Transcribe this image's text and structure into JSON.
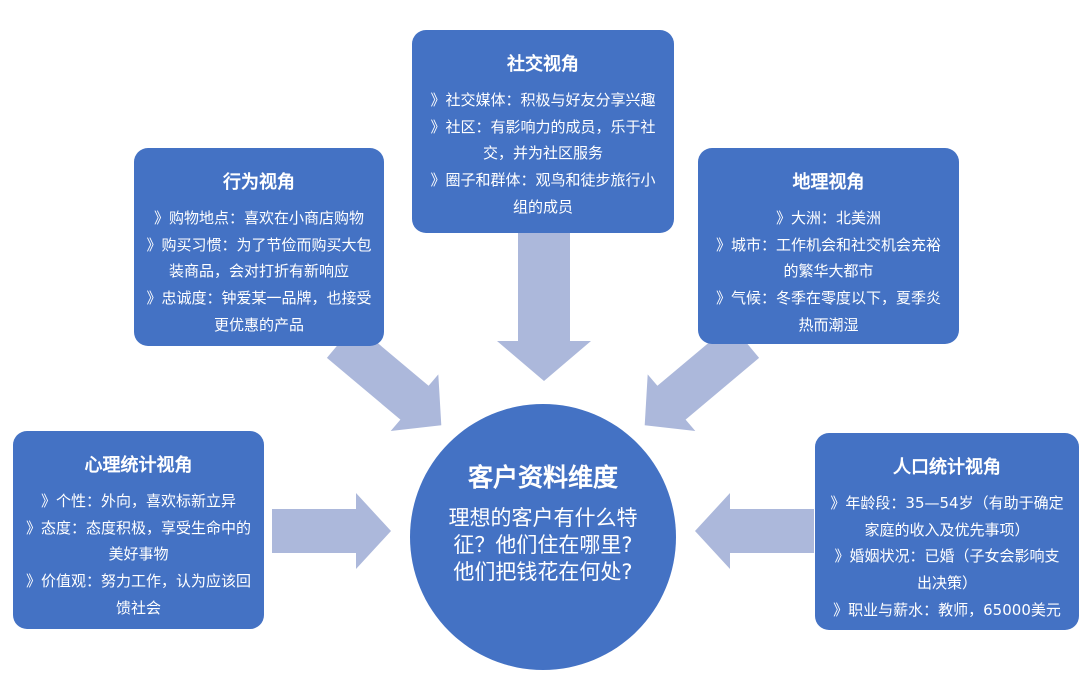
{
  "diagram": {
    "type": "hub-and-spoke",
    "center": {
      "title": "客户资料维度",
      "body": "理想的客户有什么特\n征？他们住在哪里?\n他们把钱花在何处?"
    },
    "boxes": [
      {
        "id": "social",
        "title": "社交视角",
        "bullets": [
          "》社交媒体：积极与好友分享兴趣",
          "》社区：有影响力的成员，乐于社\n交，并为社区服务",
          "》圈子和群体：观鸟和徒步旅行小\n组的成员"
        ]
      },
      {
        "id": "behavior",
        "title": "行为视角",
        "bullets": [
          "》购物地点：喜欢在小商店购物",
          "》购买习惯：为了节俭而购买大包\n装商品，会对打折有新响应",
          "》忠诚度：钟爱某一品牌，也接受\n更优惠的产品"
        ]
      },
      {
        "id": "geo",
        "title": "地理视角",
        "bullets": [
          "》大洲：北美洲",
          "》城市：工作机会和社交机会充裕\n的繁华大都市",
          "》气候：冬季在零度以下，夏季炎\n热而潮湿"
        ]
      },
      {
        "id": "psycho",
        "title": "心理统计视角",
        "bullets": [
          "》个性：外向，喜欢标新立异",
          "》态度：态度积极，享受生命中的\n美好事物",
          "》价值观：努力工作，认为应该回\n馈社会"
        ]
      },
      {
        "id": "demo",
        "title": "人口统计视角",
        "bullets": [
          "》年龄段：35—54岁（有助于确定\n家庭的收入及优先事项）",
          "》婚姻状况：已婚（子女会影响支\n出决策）",
          "》职业与薪水：教师，65000美元"
        ]
      }
    ],
    "arrows": [
      {
        "name": "arrow-social-to-center",
        "direction": "down"
      },
      {
        "name": "arrow-behavior-to-center",
        "direction": "down-right"
      },
      {
        "name": "arrow-geo-to-center",
        "direction": "down-left"
      },
      {
        "name": "arrow-psycho-to-center",
        "direction": "right"
      },
      {
        "name": "arrow-demo-to-center",
        "direction": "left"
      }
    ]
  },
  "colors": {
    "box_fill": "#4472c4",
    "arrow_fill": "#acb8db",
    "text": "#ffffff",
    "background": "#ffffff"
  }
}
